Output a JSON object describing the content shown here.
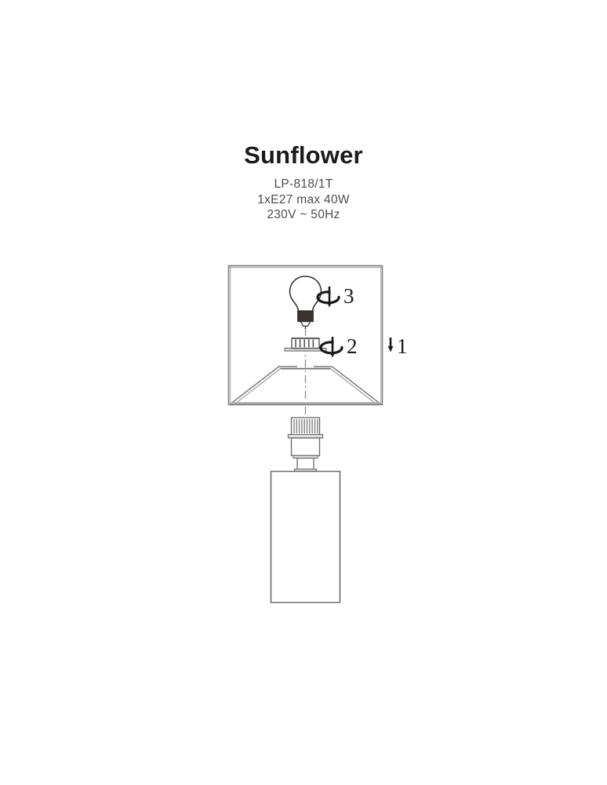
{
  "header": {
    "title": "Sunflower",
    "specs": [
      "LP-818/1T",
      "1xE27 max 40W",
      "230V ~ 50Hz"
    ]
  },
  "diagram": {
    "name": "lamp-assembly-exploded-diagram",
    "steps": [
      {
        "number": "1",
        "icon": "down-arrow-icon",
        "meaning": "place shade down onto base"
      },
      {
        "number": "2",
        "icon": "rotate-down-icon",
        "meaning": "screw on shade retainer ring"
      },
      {
        "number": "3",
        "icon": "rotate-down-icon",
        "meaning": "screw in bulb"
      }
    ],
    "parts": [
      "lamp-shade",
      "shade-retainer-ring",
      "light-bulb",
      "lamp-socket",
      "lamp-base-column",
      "center-axis-line"
    ]
  },
  "colors": {
    "ink": "#1a1a1a",
    "line": "#6e6e6e",
    "line_light": "#9a9a9a",
    "spec_text": "#4d4d4d",
    "bulb_base": "#3a3330",
    "background": "#ffffff"
  }
}
